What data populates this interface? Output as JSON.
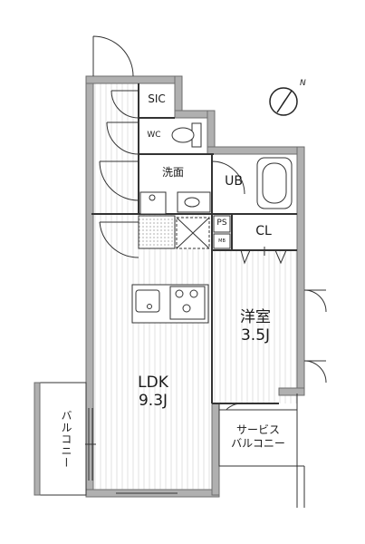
{
  "rooms": {
    "sic": "SIC",
    "wc": "WC",
    "washroom": "洗面",
    "ub": "UB",
    "ps": "PS",
    "meter": "MB",
    "cl": "CL",
    "bedroom": {
      "name": "洋室",
      "size": "3.5J"
    },
    "ldk": {
      "name": "LDK",
      "size": "9.3J"
    },
    "balcony": "バルコニー",
    "service_balcony": {
      "line1": "サービス",
      "line2": "バルコニー"
    }
  },
  "compass": {
    "label": "N",
    "icon": "north-arrow-icon"
  },
  "colors": {
    "wall": "#b0b0b0",
    "wall_edge": "#6e6e6e",
    "line": "#333333",
    "floor_stripe": "#e4e4e4"
  }
}
